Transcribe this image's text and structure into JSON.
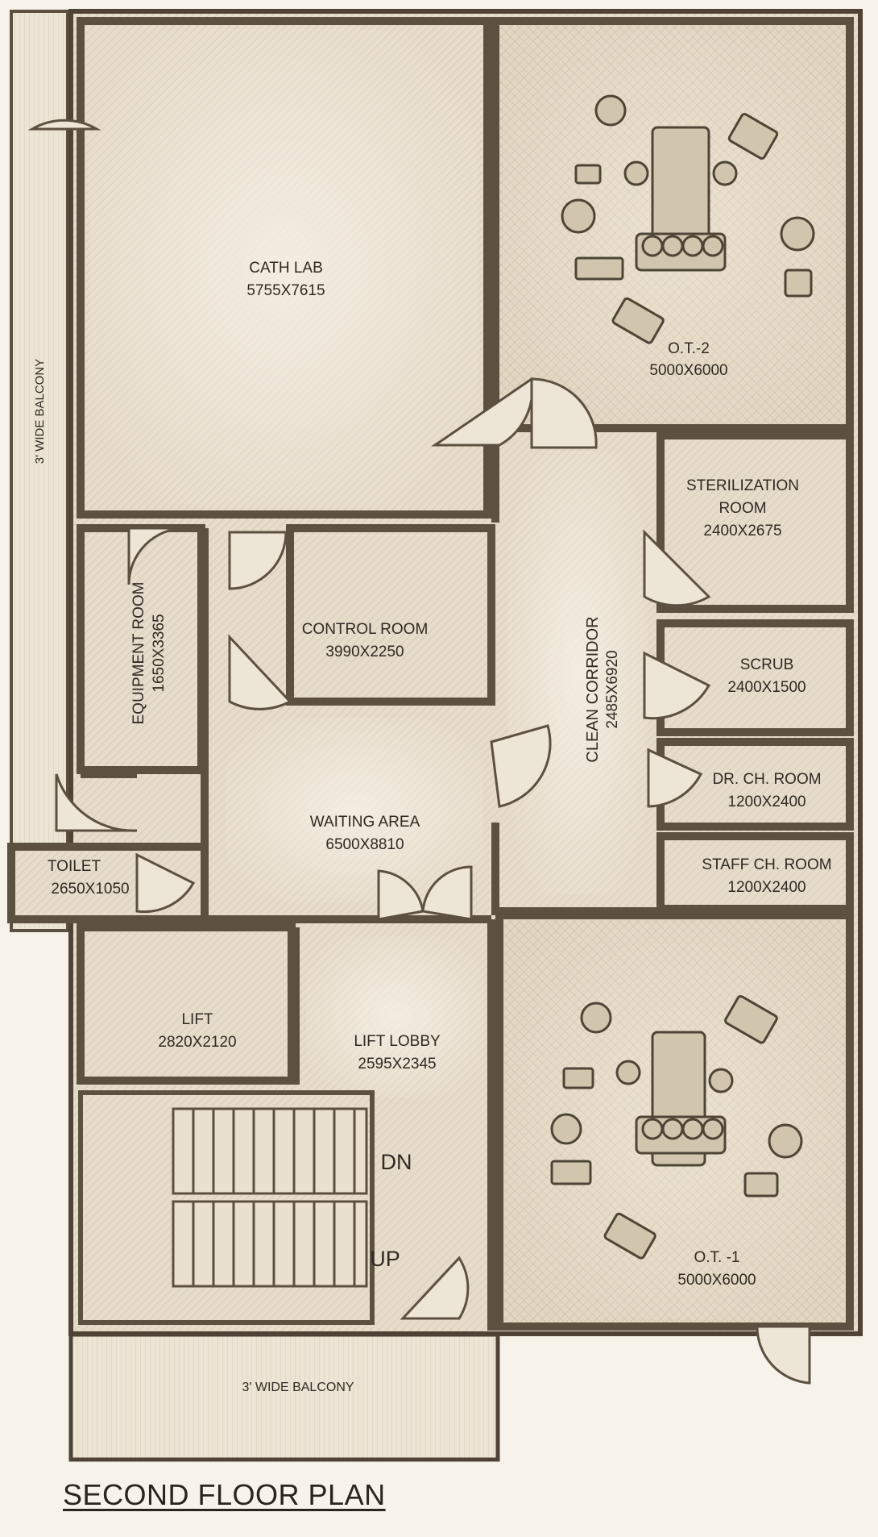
{
  "plan_title": "SECOND FLOOR PLAN",
  "colors": {
    "paper": "#f7f3ea",
    "floor": "#e6dccb",
    "wall": "#5c5040",
    "wall_shadow": "#8a7c66",
    "text": "#2f2a22",
    "balcony": "#ece4d4"
  },
  "rooms": [
    {
      "id": "cath-lab",
      "name": "CATH LAB",
      "size": "5755X7615"
    },
    {
      "id": "ot-2",
      "name": "O.T.-2",
      "size": "5000X6000"
    },
    {
      "id": "sterilization",
      "name1": "STERILIZATION",
      "name2": "ROOM",
      "size": "2400X2675"
    },
    {
      "id": "control",
      "name": "CONTROL ROOM",
      "size": "3990X2250"
    },
    {
      "id": "equipment",
      "name": "EQUIPMENT ROOM",
      "size": "1650X3365"
    },
    {
      "id": "clean-corridor",
      "name": "CLEAN CORRIDOR",
      "size": "2485X6920"
    },
    {
      "id": "scrub",
      "name": "SCRUB",
      "size": "2400X1500"
    },
    {
      "id": "dr-ch",
      "name": "DR. CH. ROOM",
      "size": "1200X2400"
    },
    {
      "id": "staff-ch",
      "name": "STAFF CH. ROOM",
      "size": "1200X2400"
    },
    {
      "id": "waiting",
      "name": "WAITING AREA",
      "size": "6500X8810"
    },
    {
      "id": "toilet",
      "name": "TOILET",
      "size": "2650X1050"
    },
    {
      "id": "lift",
      "name": "LIFT",
      "size": "2820X2120"
    },
    {
      "id": "lift-lobby",
      "name": "LIFT LOBBY",
      "size": "2595X2345"
    },
    {
      "id": "ot-1",
      "name": "O.T. -1",
      "size": "5000X6000"
    }
  ],
  "balconies": {
    "side": "3' WIDE BALCONY",
    "bottom": "3' WIDE BALCONY"
  },
  "stairs": {
    "dn": "DN",
    "up": "UP"
  }
}
